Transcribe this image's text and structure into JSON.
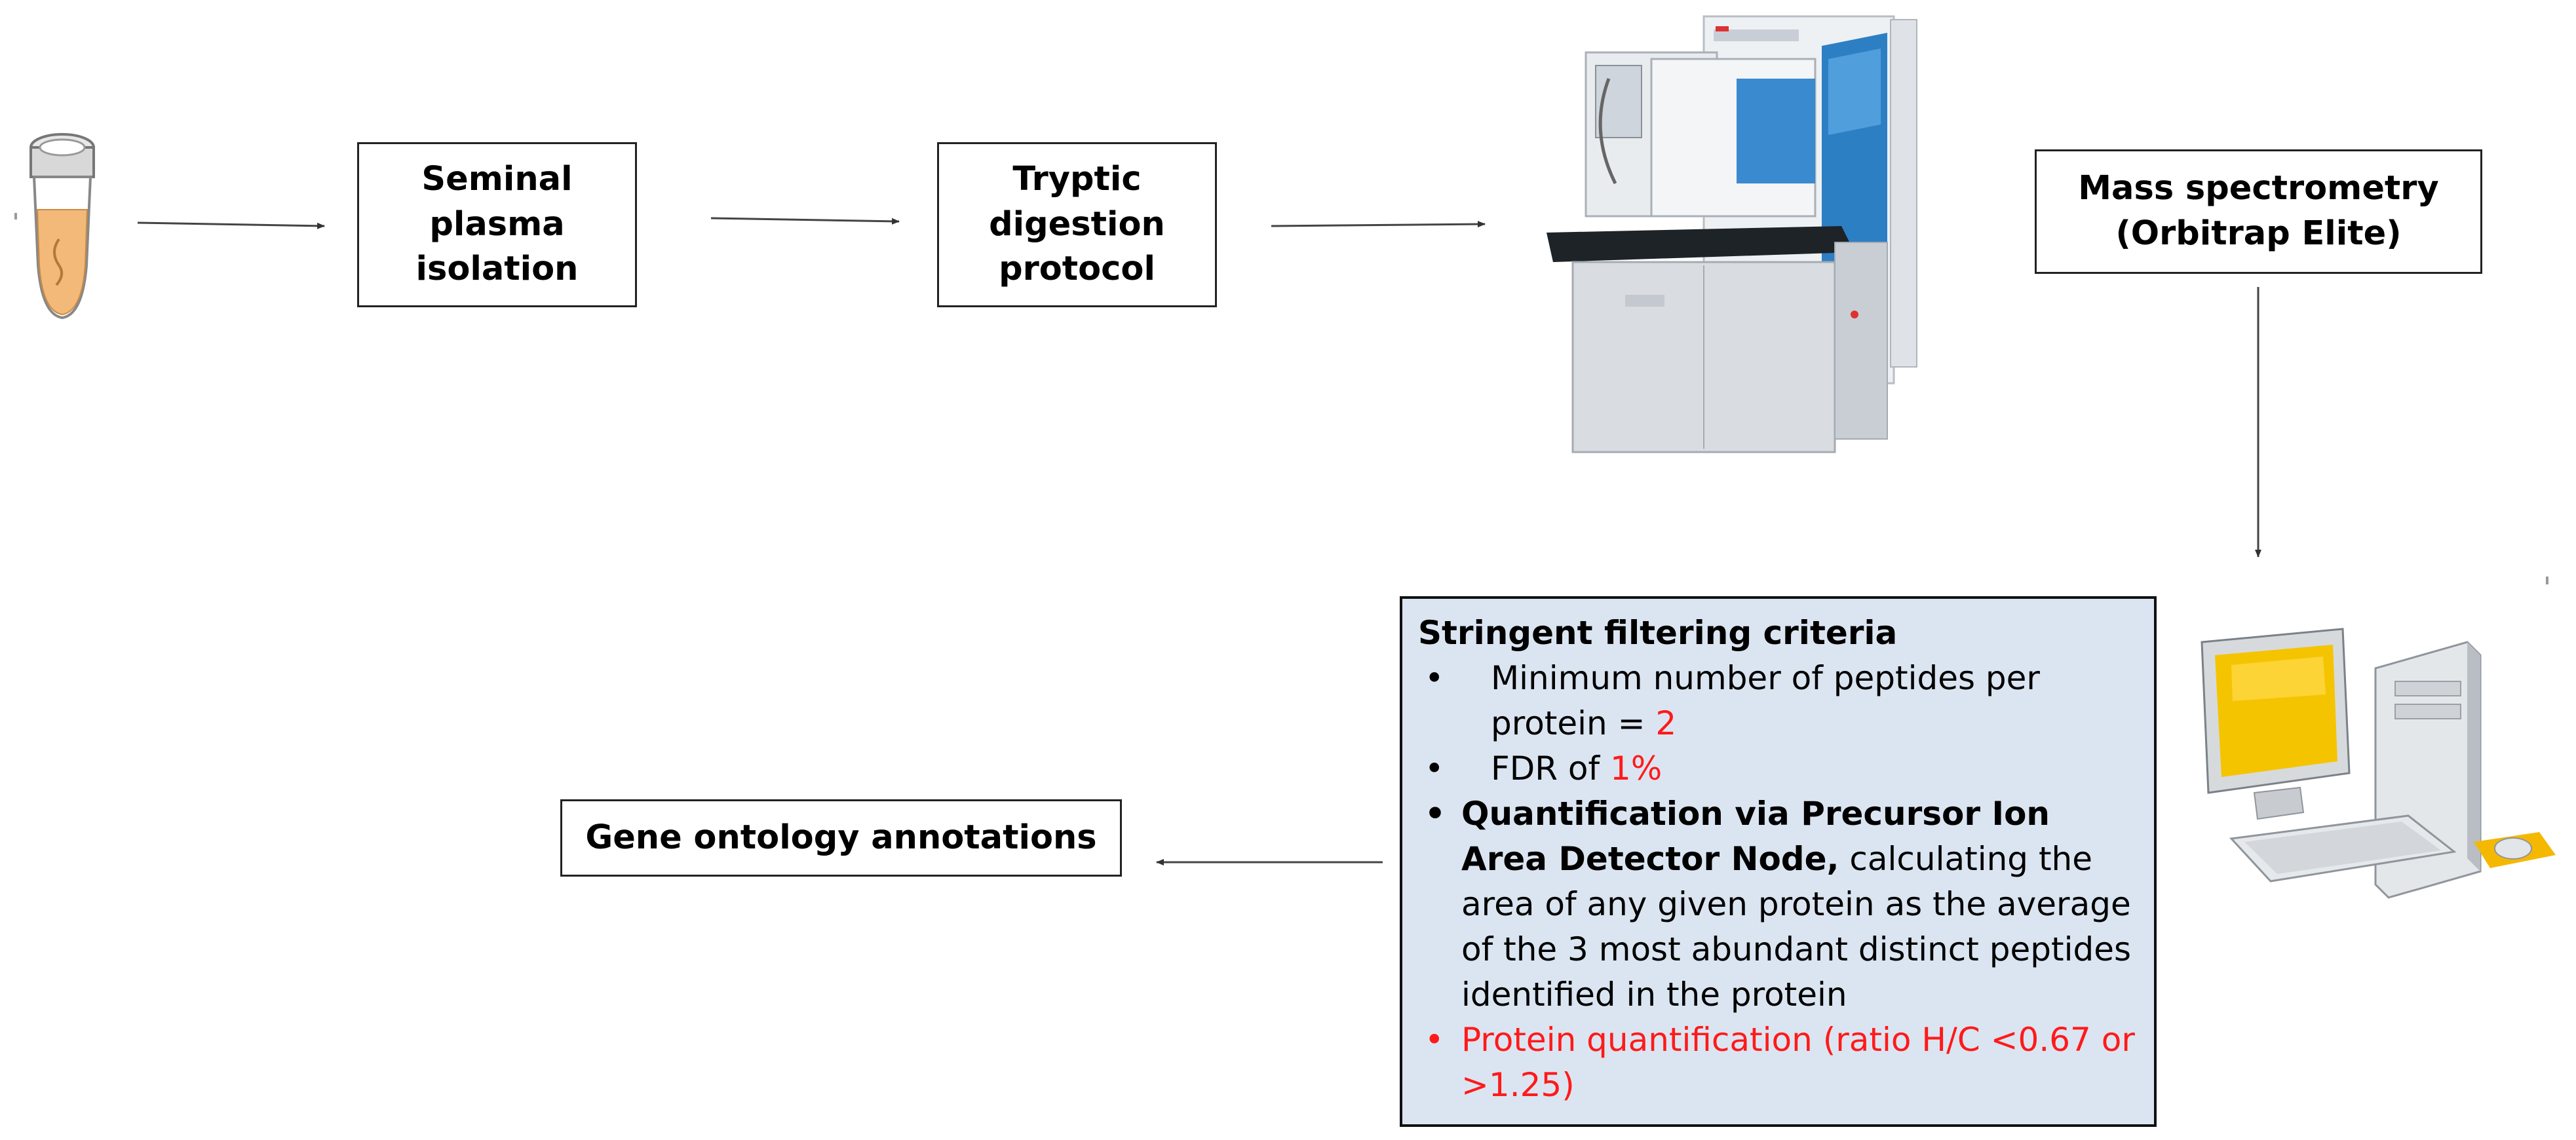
{
  "steps": {
    "seminal": "Seminal\nplasma\nisolation",
    "tryptic": "Tryptic\ndigestion\nprotocol",
    "mass_spec": "Mass spectrometry\n(Orbitrap Elite)",
    "gene_ontology": "Gene ontology annotations"
  },
  "criteria": {
    "title": "Stringent filtering criteria",
    "items": [
      {
        "bullet": "•",
        "text": "Minimum number of peptides per protein = ",
        "value": "2"
      },
      {
        "bullet": "•",
        "text": "FDR of ",
        "value": "1%"
      },
      {
        "bullet": "•",
        "bold": "Quantification via Precursor Ion Area Detector Node,",
        "text": " calculating the area of any given protein as the average of the 3 most abundant distinct peptides identified in the protein"
      },
      {
        "bullet": "•",
        "text": "Protein quantification (ratio H/C <0.67 or >1.25)"
      }
    ]
  },
  "icons": {
    "tube": "sample-tube-icon",
    "instrument": "orbitrap-instrument-icon",
    "computer": "desktop-computer-icon"
  },
  "colors": {
    "criteria_bg": "#dbe5f1",
    "highlight": "#ff1a1a",
    "monitor_screen": "#f5c400"
  }
}
